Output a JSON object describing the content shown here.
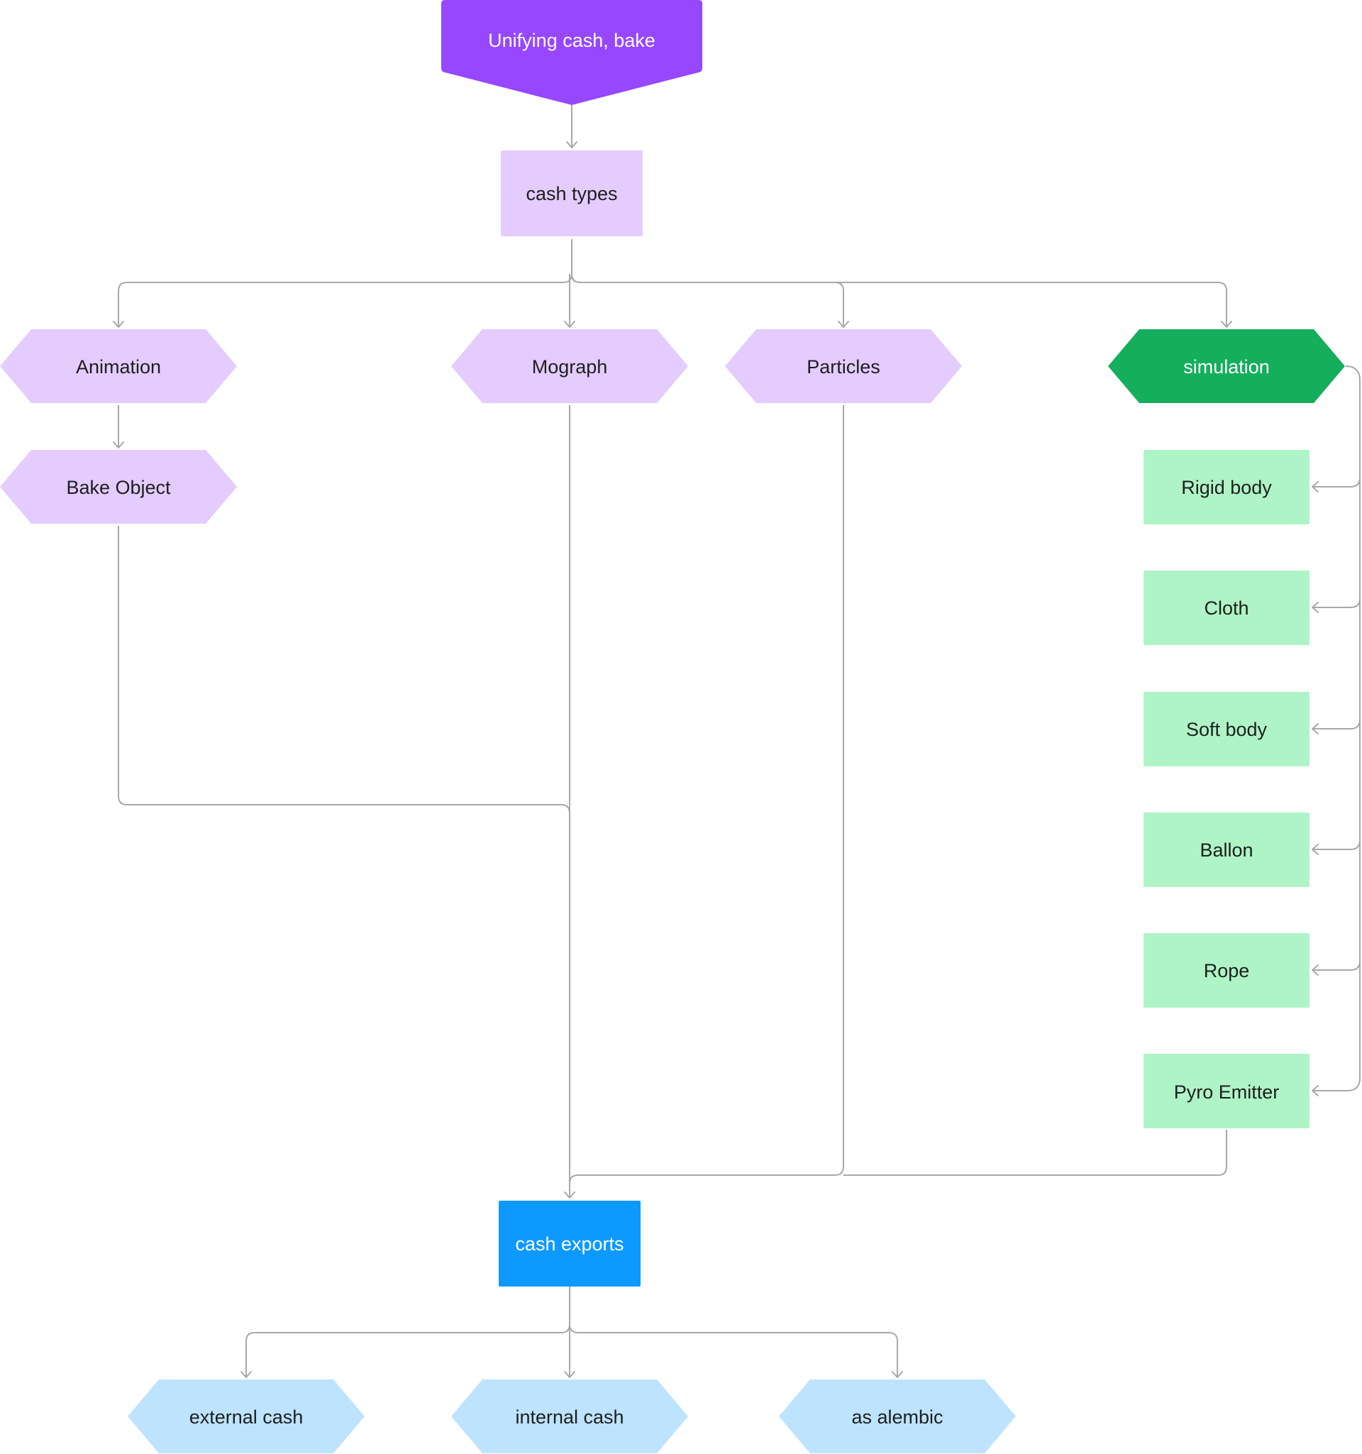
{
  "colors": {
    "title_fill": "#9747ff",
    "lavender_fill": "#e4ccff",
    "sim_fill": "#14ae5c",
    "green_fill": "#aff4c6",
    "export_fill": "#0d99ff",
    "blue_fill": "#bde3ff",
    "dark_text": "#1e1e1e",
    "light_text": "#ffffff",
    "connector": "#a8a8a8"
  },
  "nodes": {
    "title": "Unifying cash, bake",
    "cash_types": "cash types",
    "animation": "Animation",
    "mograph": "Mograph",
    "particles": "Particles",
    "simulation": "simulation",
    "bake_object": "Bake Object",
    "rigid_body": "Rigid body",
    "cloth": "Cloth",
    "soft_body": "Soft body",
    "ballon": "Ballon",
    "rope": "Rope",
    "pyro_emitter": "Pyro Emitter",
    "cash_exports": "cash exports",
    "external_cash": "external cash",
    "internal_cash": "internal cash",
    "as_alembic": "as alembic"
  }
}
